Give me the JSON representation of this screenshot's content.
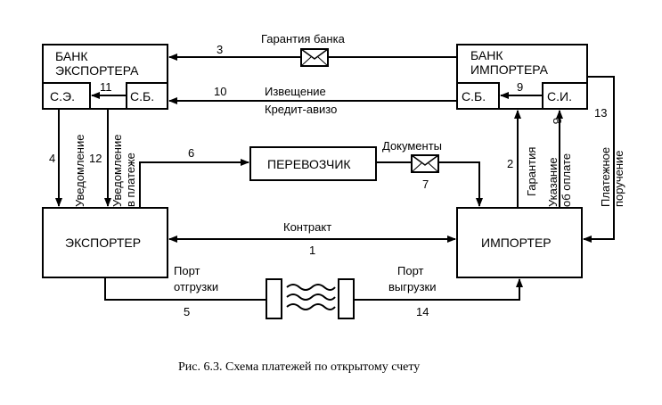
{
  "nodes": {
    "bank_exporter": {
      "line1": "БАНК",
      "line2": "ЭКСПОРТЕРА",
      "sub_left": "С.Э.",
      "sub_right": "С.Б."
    },
    "bank_importer": {
      "line1": "БАНК",
      "line2": "ИМПОРТЕРА",
      "sub_left": "С.Б.",
      "sub_right": "С.И."
    },
    "exporter": "ЭКСПОРТЕР",
    "importer": "ИМПОРТЕР",
    "carrier": "ПЕРЕВОЗЧИК"
  },
  "flows": {
    "f1": {
      "num": "1",
      "label": "Контракт"
    },
    "f2": {
      "num": "2",
      "label": "Гарантия"
    },
    "f3": {
      "num": "3",
      "label": "Гарантия банка"
    },
    "f4": {
      "num": "4",
      "label": "Уведомление"
    },
    "f5": {
      "num": "5",
      "label_line1": "Порт",
      "label_line2": "отгрузки"
    },
    "f6": {
      "num": "6"
    },
    "f7": {
      "num": "7",
      "label": "Документы"
    },
    "f8": {
      "num": "8",
      "label_line1": "Указание",
      "label_line2": "об оплате"
    },
    "f9": {
      "num": "9"
    },
    "f10": {
      "num": "10",
      "label_line1": "Извещение",
      "label_line2": "Кредит-авизо"
    },
    "f11": {
      "num": "11"
    },
    "f12": {
      "num": "12",
      "label_line1": "Уведомление",
      "label_line2": "в платеже"
    },
    "f13": {
      "num": "13",
      "label_line1": "Платежное",
      "label_line2": "поручение"
    },
    "f14": {
      "num": "14",
      "label_line1": "Порт",
      "label_line2": "выгрузки"
    }
  },
  "caption": "Рис. 6.3. Схема платежей по открытому счету"
}
